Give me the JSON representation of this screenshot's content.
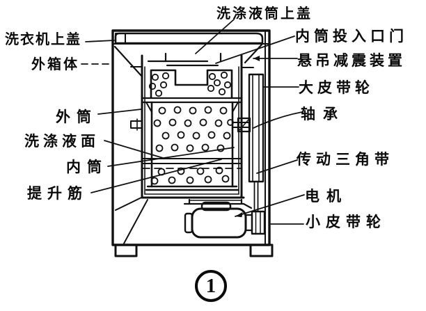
{
  "colors": {
    "line": "#111111",
    "background": "#ffffff"
  },
  "figure": {
    "number": "1"
  },
  "labels": {
    "washtub_top_cover": "洗涤液筒上盖",
    "machine_top_cover": "洗衣机上盖",
    "inner_drum_door": "内筒投入口门",
    "outer_cabinet": "外箱体",
    "suspension_damper": "悬吊减震装置",
    "big_pulley": "大皮带轮",
    "outer_tub": "外筒",
    "bearing": "轴承",
    "wash_liquid_level": "洗涤液面",
    "inner_drum": "内筒",
    "drive_v_belt": "传动三角带",
    "lifter_rib": "提升筋",
    "motor": "电机",
    "small_pulley": "小皮带轮"
  }
}
